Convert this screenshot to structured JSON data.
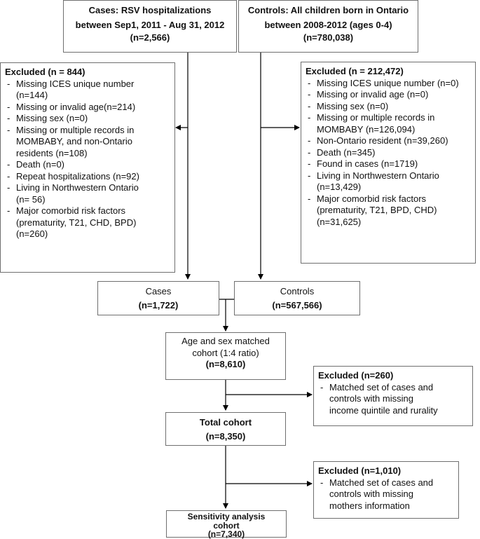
{
  "cases_top": {
    "line1": "Cases: RSV hospitalizations",
    "line2": "between Sep1, 2011 - Aug 31, 2012",
    "line3": "(n=2,566)"
  },
  "controls_top": {
    "line1": "Controls: All children born in Ontario",
    "line2": "between 2008-2012 (ages 0-4)",
    "line3": "(n=780,038)"
  },
  "excluded_cases": {
    "title": "Excluded (n = 844)",
    "items": [
      [
        "Missing ICES unique number",
        "(n=144)"
      ],
      [
        "Missing or invalid age(n=214)"
      ],
      [
        "Missing sex  (n=0)"
      ],
      [
        "Missing or multiple records in",
        "MOMBABY, and non-Ontario",
        "residents (n=108)"
      ],
      [
        "Death (n=0)"
      ],
      [
        "Repeat hospitalizations (n=92)"
      ],
      [
        "Living in Northwestern Ontario",
        "(n= 56)"
      ],
      [
        "Major comorbid risk factors",
        "(prematurity, T21, CHD, BPD)",
        "(n=260)"
      ]
    ]
  },
  "excluded_controls": {
    "title": "Excluded (n =  212,472)",
    "items": [
      [
        "Missing ICES unique number (n=0)"
      ],
      [
        "Missing or invalid age (n=0)"
      ],
      [
        "Missing sex  (n=0)"
      ],
      [
        "Missing or multiple records in",
        "MOMBABY (n=126,094)"
      ],
      [
        "Non-Ontario resident (n=39,260)"
      ],
      [
        "Death (n=345)"
      ],
      [
        "Found in cases (n=1719)"
      ],
      [
        "Living in Northwestern Ontario",
        "(n=13,429)"
      ],
      [
        "Major comorbid risk factors",
        "(prematurity, T21, BPD, CHD)",
        "(n=31,625)"
      ]
    ]
  },
  "cases_mid": {
    "label": "Cases",
    "n": "(n=1,722)"
  },
  "controls_mid": {
    "label": "Controls",
    "n": "(n=567,566)"
  },
  "matched": {
    "line1": "Age and sex matched",
    "line2": "cohort (1:4 ratio)",
    "n": "(n=8,610)"
  },
  "excluded_income": {
    "title": "Excluded (n=260)",
    "items": [
      [
        "Matched set of cases and",
        "controls with missing",
        "income quintile and rurality"
      ]
    ]
  },
  "total": {
    "label": "Total cohort",
    "n": "(n=8,350)"
  },
  "excluded_mothers": {
    "title": "Excluded (n=1,010)",
    "items": [
      [
        "Matched set of cases and",
        "controls with missing",
        "mothers information"
      ]
    ]
  },
  "sensitivity": {
    "line1": "Sensitivity analysis",
    "line2": "cohort",
    "n": "(n=7,340)"
  }
}
